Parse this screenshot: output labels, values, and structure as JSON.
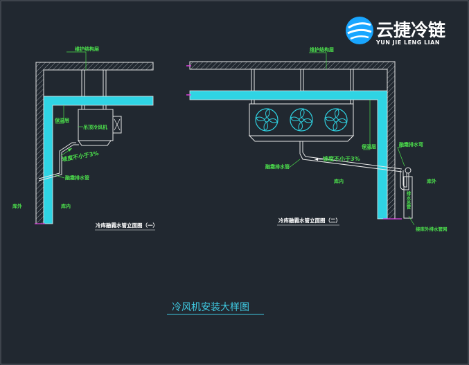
{
  "logo": {
    "name_cn": "云捷冷链",
    "name_en": "YUN JIE LENG LIAN"
  },
  "left": {
    "struct_layer": "维护结构层",
    "insul_layer": "保温层",
    "unit_label": "吊顶冷风机",
    "slope": "坡度不小于3%",
    "drain": "融霜排水管",
    "outside": "库外",
    "inside": "库内",
    "caption": "冷库融霜水管立面图（一）"
  },
  "right": {
    "struct_layer": "维护结构层",
    "insul_layer": "保温层",
    "trap": "融霜排水弯",
    "drain": "融霜排水管",
    "slope": "坡度不小于3%",
    "inside": "库内",
    "outside": "库外",
    "wall_pipe": "排水总管",
    "outside_pipe": "接库外排水管网",
    "caption": "冷库融霜水管立面图（二）"
  },
  "title": "冷风机安装大样图",
  "colors": {
    "bg": "#212830",
    "line": "#e8e8e8",
    "insulation": "#2fd4e4",
    "label": "#4ce04c",
    "caption": "#ffffff",
    "title": "#3fc8e0",
    "magenta": "#e040e0",
    "logo_blue": "#19a6ff"
  }
}
